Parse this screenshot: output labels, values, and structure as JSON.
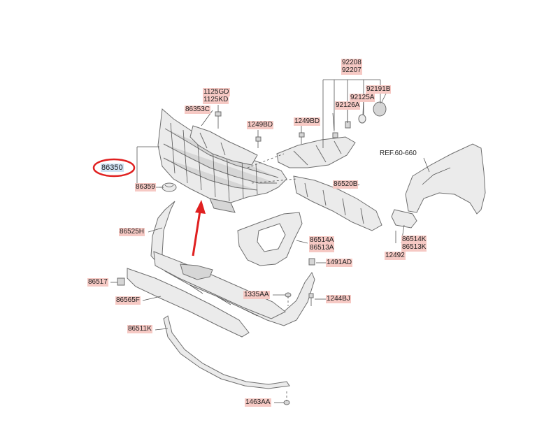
{
  "labels": {
    "p92208": "92208",
    "p92207": "92207",
    "p92191B": "92191B",
    "p92125A": "92125A",
    "p92126A": "92126A",
    "p1125GD": "1125GD",
    "p1125KD": "1125KD",
    "p86353C": "86353C",
    "p1249BD_a": "1249BD",
    "p1249BD_b": "1249BD",
    "ref": "REF.60-660",
    "p86350": "86350",
    "p86359": "86359",
    "p86520B": "86520B",
    "p86525H": "86525H",
    "p86514A": "86514A",
    "p86513A": "86513A",
    "p86514K": "86514K",
    "p86513K": "86513K",
    "p12492": "12492",
    "p1491AD": "1491AD",
    "p86517": "86517",
    "p1335AA": "1335AA",
    "p1244BJ": "1244BJ",
    "p86565F": "86565F",
    "p86511K": "86511K",
    "p1463AA": "1463AA"
  },
  "colors": {
    "label_bg": "#f6c9c4",
    "highlight_bg": "#cfe3f4",
    "highlight_ring": "#e02020",
    "arrow": "#e02020"
  }
}
